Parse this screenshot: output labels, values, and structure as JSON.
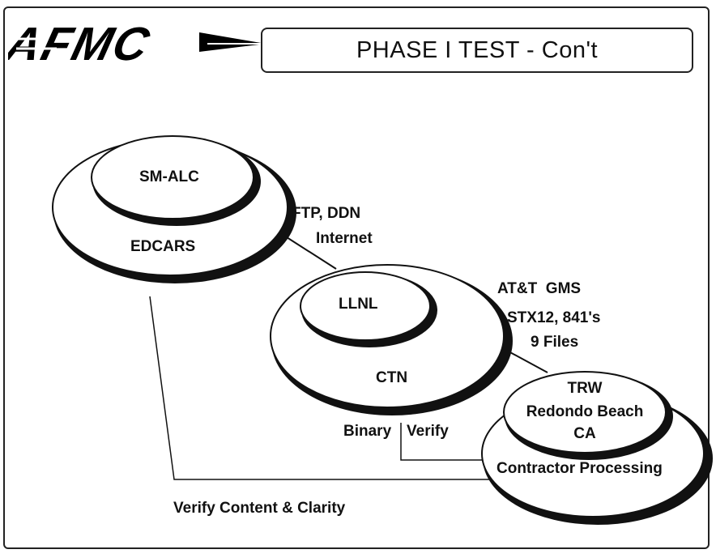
{
  "header": {
    "logo_text": "AFMC",
    "title": "PHASE I TEST - Con't"
  },
  "nodes": {
    "smalc": {
      "inner": "SM-ALC",
      "outer": "EDCARS"
    },
    "llnl": {
      "inner": "LLNL",
      "outer": "CTN"
    },
    "trw": {
      "inner_lines": [
        "TRW",
        "Redondo Beach",
        "CA"
      ],
      "outer": "Contractor Processing"
    }
  },
  "links": {
    "smalc_llnl": [
      "FTP, DDN",
      "Internet"
    ],
    "llnl_trw": [
      "AT&T  GMS",
      "STX12, 841's",
      "9 Files"
    ],
    "ctn_trw_binary": "Binary",
    "ctn_trw_verify": "Verify",
    "bottom_loop": "Verify Content & Clarity"
  }
}
